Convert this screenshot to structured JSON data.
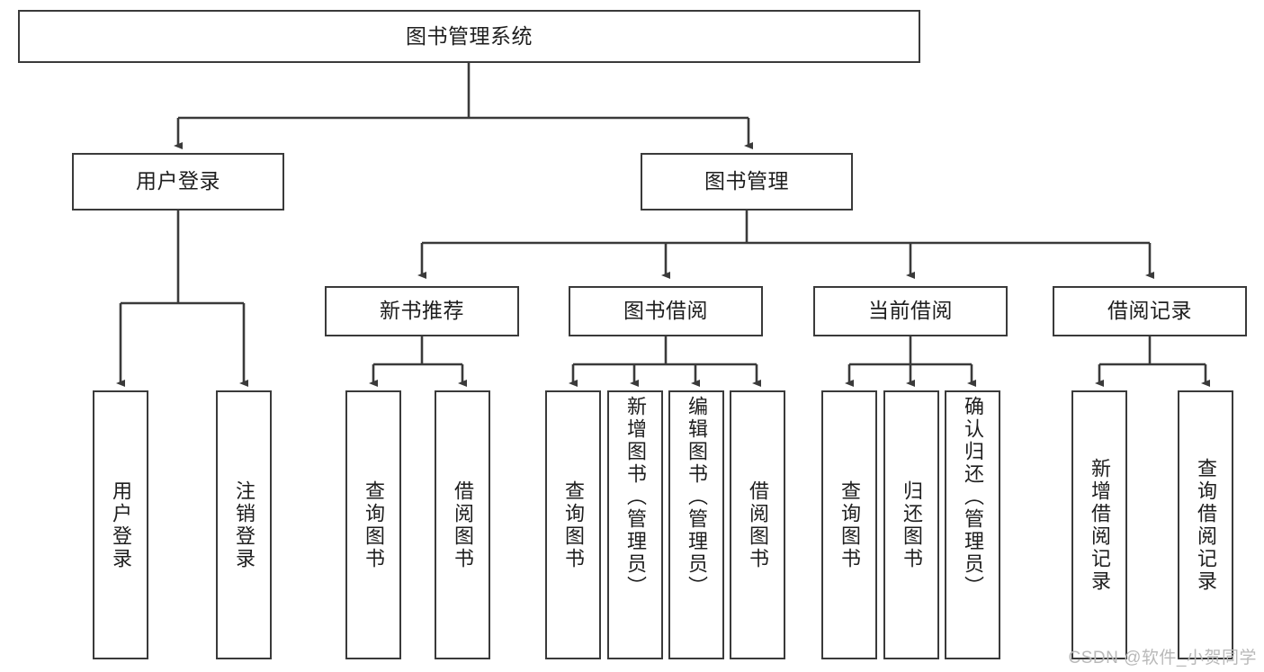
{
  "diagram": {
    "title": "图书管理系统",
    "watermark": "CSDN @软件_小贺同学",
    "stroke_color": "#3a3a3a",
    "text_color": "#1e1e1e",
    "background_color": "#ffffff"
  },
  "nodes": {
    "root": {
      "label": "图书管理系统"
    },
    "level2": [
      {
        "label": "用户登录"
      },
      {
        "label": "图书管理"
      }
    ],
    "level3": [
      {
        "label": "新书推荐"
      },
      {
        "label": "图书借阅"
      },
      {
        "label": "当前借阅"
      },
      {
        "label": "借阅记录"
      }
    ],
    "leaves_user_login": [
      {
        "label": "用户登录"
      },
      {
        "label": "注销登录"
      }
    ],
    "leaves_new_book": [
      {
        "label": "查询图书"
      },
      {
        "label": "借阅图书"
      }
    ],
    "leaves_borrow": [
      {
        "label": "查询图书"
      },
      {
        "label": "新增图书（管理员）"
      },
      {
        "label": "编辑图书（管理员）"
      },
      {
        "label": "借阅图书"
      }
    ],
    "leaves_current": [
      {
        "label": "查询图书"
      },
      {
        "label": "归还图书"
      },
      {
        "label": "确认归还（管理员）"
      }
    ],
    "leaves_records": [
      {
        "label": "新增借阅记录"
      },
      {
        "label": "查询借阅记录"
      }
    ]
  }
}
